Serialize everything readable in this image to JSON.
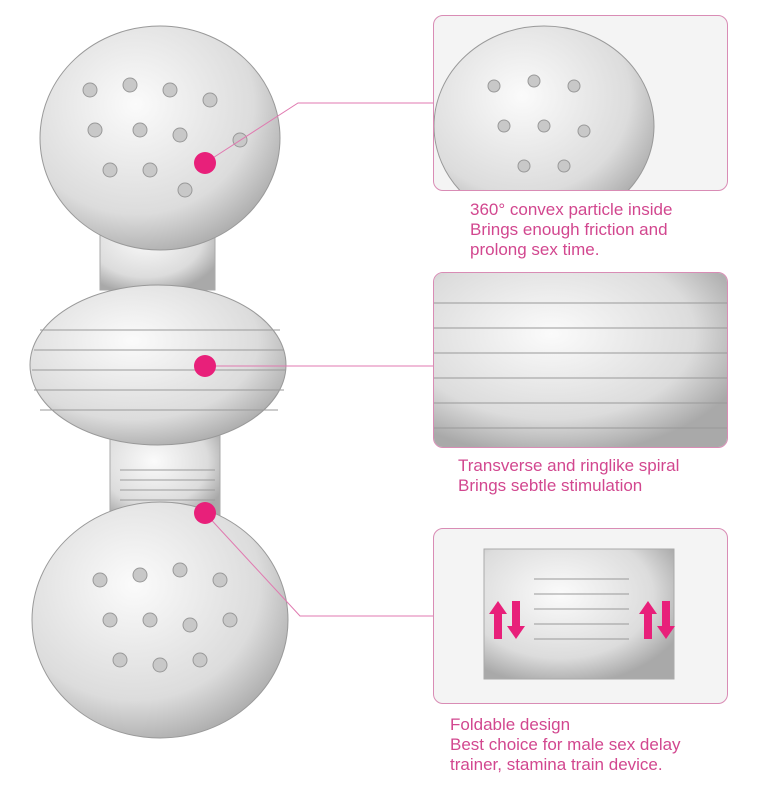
{
  "accent_color": "#e8207a",
  "callouts": [
    {
      "lines": [
        "360° convex particle inside",
        "Brings enough friction and",
        "prolong sex time."
      ]
    },
    {
      "lines": [
        "Transverse and ringlike spiral",
        "Brings sebtle stimulation"
      ]
    },
    {
      "lines": [
        "Foldable design",
        "Best choice for male sex delay",
        "trainer, stamina train device."
      ]
    }
  ]
}
